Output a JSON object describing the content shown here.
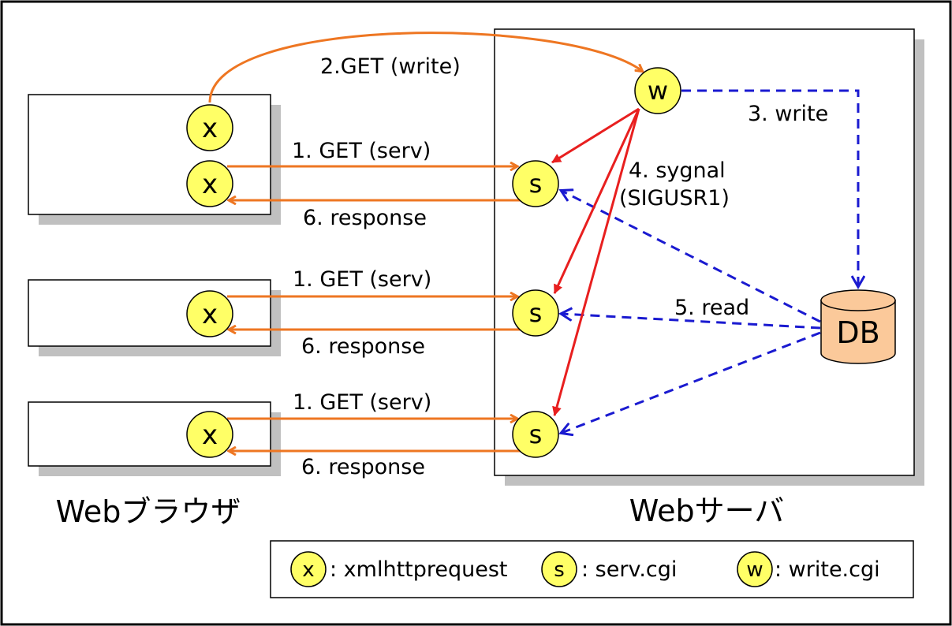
{
  "diagram": {
    "browser_caption": "Webブラウザ",
    "server_caption": "Webサーバ",
    "db_label": "DB",
    "node_letters": {
      "x": "x",
      "s": "s",
      "w": "w"
    },
    "edge_labels": {
      "get_write": "2.GET (write)",
      "write": "3. write",
      "signal_line1": "4. sygnal",
      "signal_line2": "(SIGUSR1)",
      "read": "5. read",
      "get_serv_1": "1. GET (serv)",
      "response_1": "6. response",
      "get_serv_2": "1. GET (serv)",
      "response_2": "6. response",
      "get_serv_3": "1. GET (serv)",
      "response_3": "6. response"
    },
    "legend": {
      "x_symbol": "x",
      "x_text": ": xmlhttprequest",
      "s_symbol": "s",
      "s_text": ": serv.cgi",
      "w_symbol": "w",
      "w_text": ": write.cgi"
    },
    "colors": {
      "http_arrow": "#ee7622",
      "signal_arrow": "#e81f1f",
      "db_arrow": "#1a1ad0",
      "node_fill": "#ffff66",
      "db_fill": "#fbc99a",
      "shadow": "#c0c0c0"
    }
  }
}
